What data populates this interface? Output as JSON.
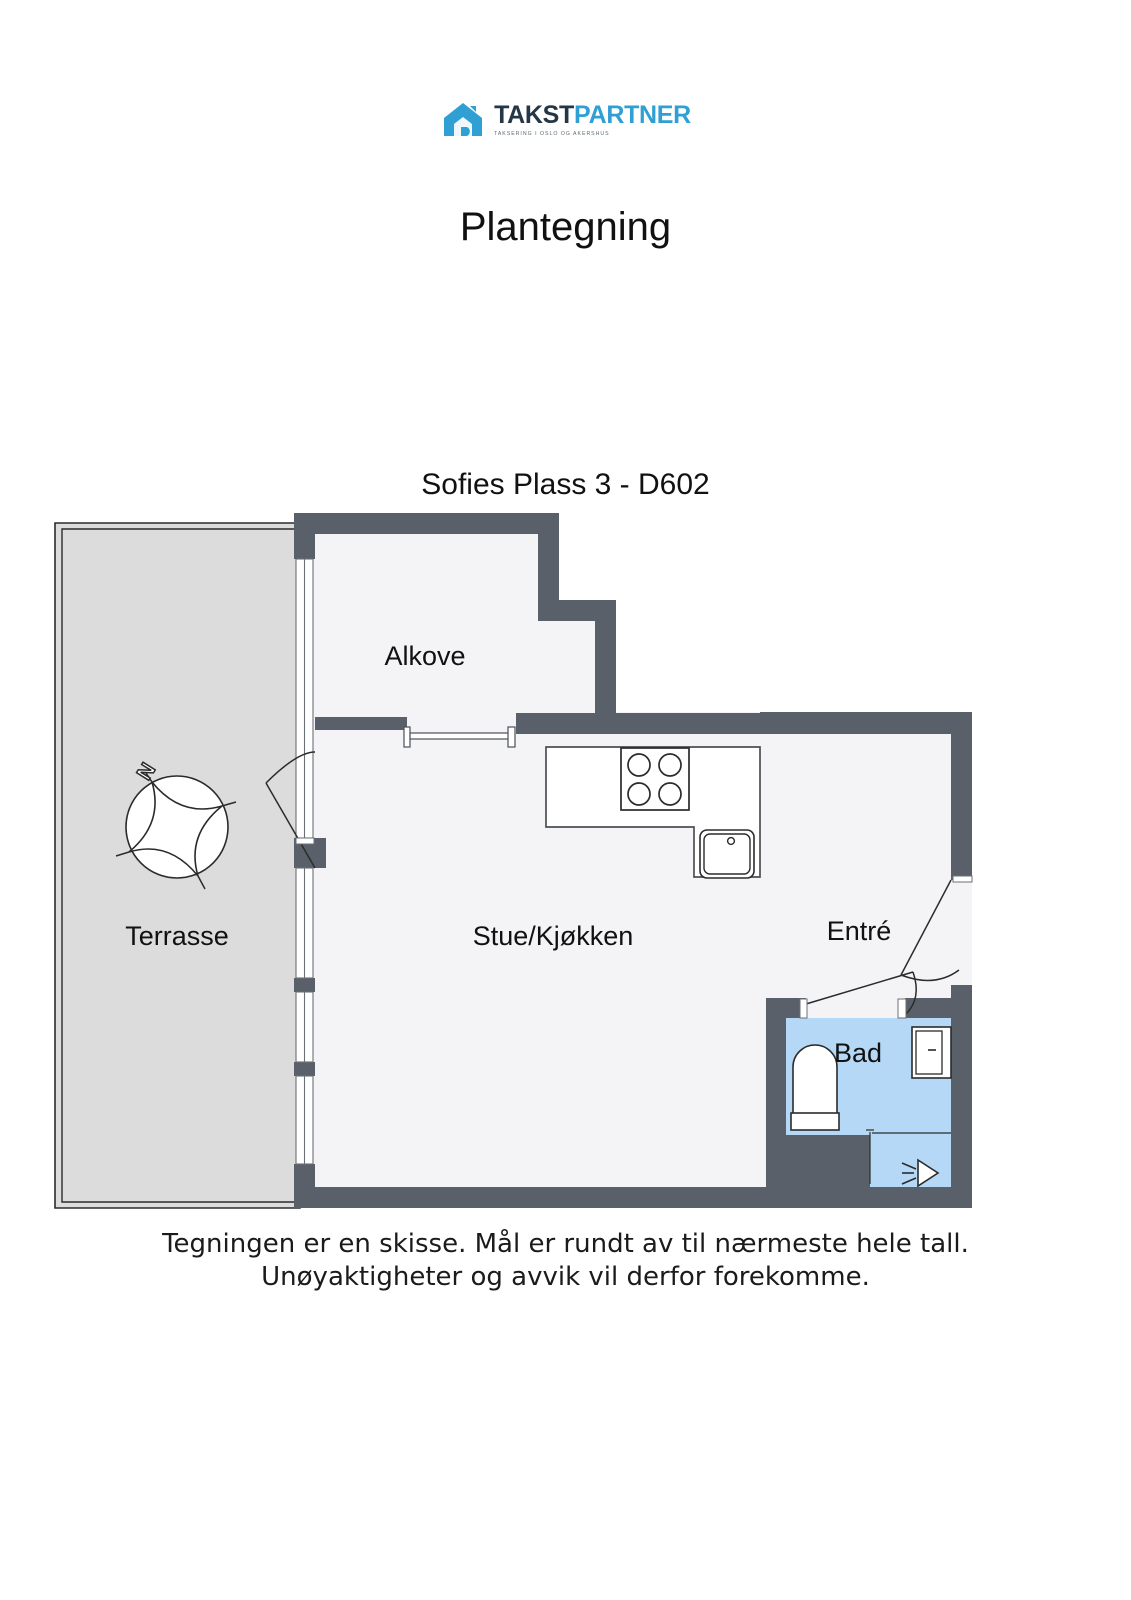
{
  "brand": {
    "wordmark_dark": "TAKST",
    "wordmark_blue": "PARTNER",
    "tagline": "TAKSERING I OSLO OG AKERSHUS",
    "logo_icon": "house-logo-icon",
    "color_blue": "#2f9fd4",
    "color_dark": "#243746"
  },
  "header": {
    "title": "Plantegning"
  },
  "plan": {
    "title": "Sofies Plass 3 - D602",
    "compass": {
      "north_label": "N",
      "icon": "compass-rose-icon"
    },
    "rooms": [
      {
        "id": "terrasse",
        "label": "Terrasse",
        "fill": "#dcdcdc"
      },
      {
        "id": "alkove",
        "label": "Alkove",
        "fill": "#f4f4f6"
      },
      {
        "id": "stue-kjokken",
        "label": "Stue/Kjøkken",
        "fill": "#f4f4f6"
      },
      {
        "id": "entre",
        "label": "Entré",
        "fill": "#f4f4f6"
      },
      {
        "id": "bad",
        "label": "Bad",
        "fill": "#b4d8f5"
      }
    ],
    "fixtures": [
      {
        "id": "stove",
        "name": "kitchen-stove-icon",
        "burners": 4
      },
      {
        "id": "sink",
        "name": "kitchen-sink-icon"
      },
      {
        "id": "toilet",
        "name": "toilet-icon"
      },
      {
        "id": "washbasin",
        "name": "washbasin-icon"
      },
      {
        "id": "shower",
        "name": "shower-icon"
      }
    ],
    "openings": [
      {
        "id": "terrace-door",
        "name": "terrace-door-swing"
      },
      {
        "id": "alkove-slider",
        "name": "alkove-sliding-door"
      },
      {
        "id": "entry-door",
        "name": "entry-door-swing"
      },
      {
        "id": "bath-door",
        "name": "bathroom-door-swing"
      },
      {
        "id": "windows",
        "name": "window-band",
        "count": 5
      }
    ],
    "colors": {
      "wall": "#5a6069",
      "floor": "#f4f4f6",
      "terrace": "#dcdcdc",
      "bath": "#b4d8f5",
      "outline": "#2b2b2b"
    }
  },
  "footer": {
    "line1": "Tegningen er en skisse. Mål er rundt av til nærmeste hele tall.",
    "line2": "Unøyaktigheter og avvik vil derfor forekomme."
  }
}
